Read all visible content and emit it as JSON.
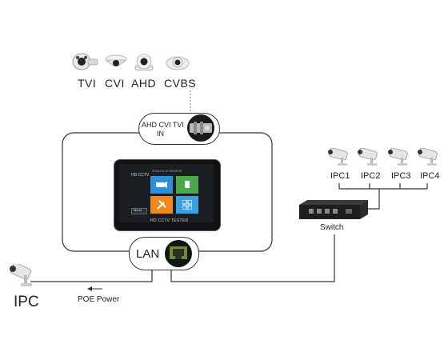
{
  "inputs": {
    "labels": [
      "TVI",
      "CVI",
      "AHD",
      "CVBS"
    ],
    "port_label_line1": "AHD CVI TVI",
    "port_label_line2": "IN"
  },
  "lan": {
    "label": "LAN"
  },
  "tester": {
    "brand": "HD CCTV",
    "footer": "HD CCTV TESTER",
    "timestamp": "2018-03-19 09:28:09",
    "menu_label": "Menu"
  },
  "switch": {
    "label": "Switch"
  },
  "ipc_group": {
    "labels": [
      "IPC1",
      "IPC2",
      "IPC3",
      "IPC4"
    ]
  },
  "poe_camera": {
    "label": "IPC"
  },
  "poe": {
    "label": "POE Power"
  },
  "colors": {
    "line": "#333333",
    "screen_bg": "#1a1d22",
    "tile_blue": "#2d8fd8",
    "tile_green": "#4aa84a",
    "tile_orange": "#ee8a1d",
    "tile_lightblue": "#3aa0e0",
    "lan_port_green": "#6b8b3a"
  }
}
